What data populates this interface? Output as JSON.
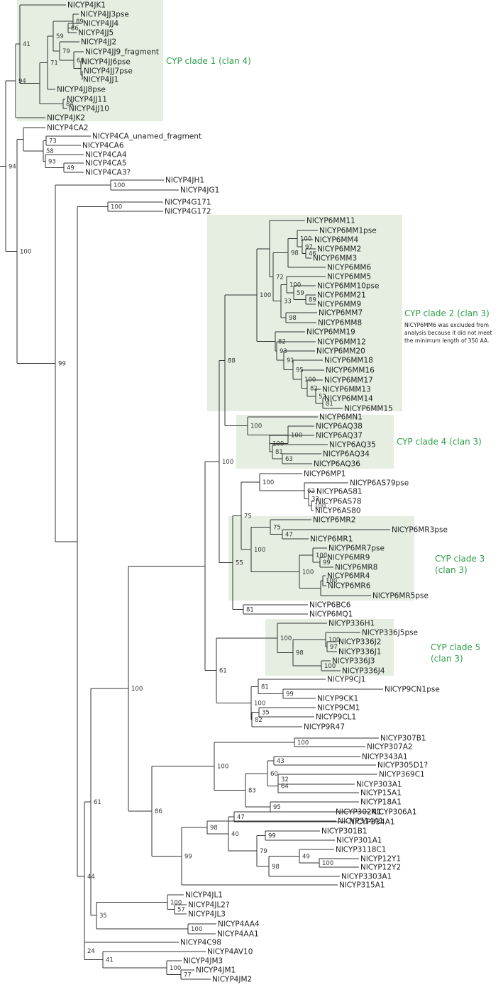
{
  "leaves": {
    "JK1": "NlCYP4JK1",
    "JJ3": "NlCYP4JJ3pse",
    "JJ4": "NlCYP4JJ4",
    "JJ5": "NlCYP4JJ5",
    "JJ2": "NlCYP4JJ2",
    "JJ9": "NlCYP4JJ9_fragment",
    "JJ6": "NlCYP4JJ6pse",
    "JJ7": "NlCYP4JJ7pse",
    "JJ1": "NlCYP4JJ1",
    "JJ8": "NlCYP4JJ8pse",
    "JJ11": "NlCYP4JJ11",
    "JJ10": "NlCYP4JJ10",
    "JK2": "NlCYP4JK2",
    "CA2": "NlCYP4CA2",
    "CAu": "NlCYP4CA_unamed_fragment",
    "CA6": "NlCYP4CA6",
    "CA4": "NlCYP4CA4",
    "CA5": "NlCYP4CA5",
    "CA3": "NlCYP4CA3?",
    "JH1": "NlCYP4JH1",
    "JG1": "NlCYP4JG1",
    "G171": "NlCYP4G171",
    "G172": "NlCYP4G172",
    "MM11": "NlCYP6MM11",
    "MM1": "NlCYP6MM1pse",
    "MM4": "NlCYP6MM4",
    "MM2": "NlCYP6MM2",
    "MM3": "NlCYP6MM3",
    "MM6": "NlCYP6MM6",
    "MM5": "NlCYP6MM5",
    "MM10": "NlCYP6MM10pse",
    "MM21": "NlCYP6MM21",
    "MM9": "NlCYP6MM9",
    "MM7": "NlCYP6MM7",
    "MM8": "NlCYP6MM8",
    "MM19": "NlCYP6MM19",
    "MM12": "NlCYP6MM12",
    "MM20": "NlCYP6MM20",
    "MM18": "NlCYP6MM18",
    "MM16": "NlCYP6MM16",
    "MM17": "NlCYP6MM17",
    "MM13": "NlCYP6MM13",
    "MM14": "NlCYP6MM14",
    "MM15": "NlCYP6MM15",
    "MN1": "NlCYP6MN1",
    "AQ38": "NlCYP6AQ38",
    "AQ37": "NlCYP6AQ37",
    "AQ35": "NlCYP6AQ35",
    "AQ34": "NlCYP6AQ34",
    "AQ36": "NlCYP6AQ36",
    "MP1": "NlCYP6MP1",
    "AS79": "NlCYP6AS79pse",
    "AS81": "NlCYP6AS81",
    "AS78": "NlCYP6AS78",
    "AS80": "NlCYP6AS80",
    "MR2": "NlCYP6MR2",
    "MR3": "NlCYP6MR3pse",
    "MR1": "NlCYP6MR1",
    "MR7": "NlCYP6MR7pse",
    "MR9": "NlCYP6MR9",
    "MR8": "NlCYP6MR8",
    "MR4": "NlCYP6MR4",
    "MR6": "NlCYP6MR6",
    "MR5": "NlCYP6MR5pse",
    "BC6": "NlCYP6BC6",
    "MQ1": "NlCYP6MQ1",
    "H1": "NlCYP336H1",
    "J5": "NlCYP336J5pse",
    "J2": "NlCYP336J2",
    "J1": "NlCYP336J1",
    "J3": "NlCYP336J3",
    "J4": "NlCYP336J4",
    "CJ1": "NlCYP9CJ1",
    "CN1": "NlCYP9CN1pse",
    "CK1": "NlCYP9CK1",
    "CM1": "NlCYP9CM1",
    "CL1": "NlCYP9CL1",
    "R47": "NlCYP9R47",
    "B307": "NlCYP307B1",
    "A307": "NlCYP307A2",
    "A343": "NlCYP343A1",
    "D305": "NlCYP305D1?",
    "C369": "NlCYP369C1",
    "A303": "NlCYP303A1",
    "A15": "NlCYP15A1",
    "A18": "NlCYP18A1",
    "A306": "NlCYP306A1",
    "A314": "NlCYP314A1",
    "A302": "NlCYP302A1",
    "A334": "NlCYP334A1",
    "B301": "NlCYP301B1",
    "A301": "NlCYP301A1",
    "C3118": "NlCYP3118C1",
    "Y12_1": "NlCYP12Y1",
    "Y12_2": "NlCYP12Y2",
    "A3303": "NlCYP3303A1",
    "A315": "NlCYP315A1",
    "JL1": "NlCYP4JL1",
    "JL2": "NlCYP4JL2?",
    "JL3": "NlCYP4JL3",
    "AA4": "NlCYP4AA4",
    "AA1": "NlCYP4AA1",
    "C98": "NlCYP4C98",
    "AV10": "NlCYP4AV10",
    "JM3": "NlCYP4JM3",
    "JM1": "NlCYP4JM1",
    "JM2": "NlCYP4JM2"
  },
  "clades": {
    "c1": "CYP clade 1 (clan 4)",
    "c2": "CYP clade 2 (clan 3)",
    "c2_note": [
      "NlCYP6MM6 was excluded from",
      "analysis because it did not meet",
      "the minimum length of 350 AA."
    ],
    "c4": "CYP clade 4 (clan 3)",
    "c3": [
      "CYP clade 3",
      "(clan 3)"
    ],
    "c5": [
      "CYP clade 5",
      "(clan 3)"
    ]
  },
  "colors": {
    "clade_label": "#2e9d4a",
    "clade_box": "#e5eee1",
    "branch": "#333333"
  }
}
